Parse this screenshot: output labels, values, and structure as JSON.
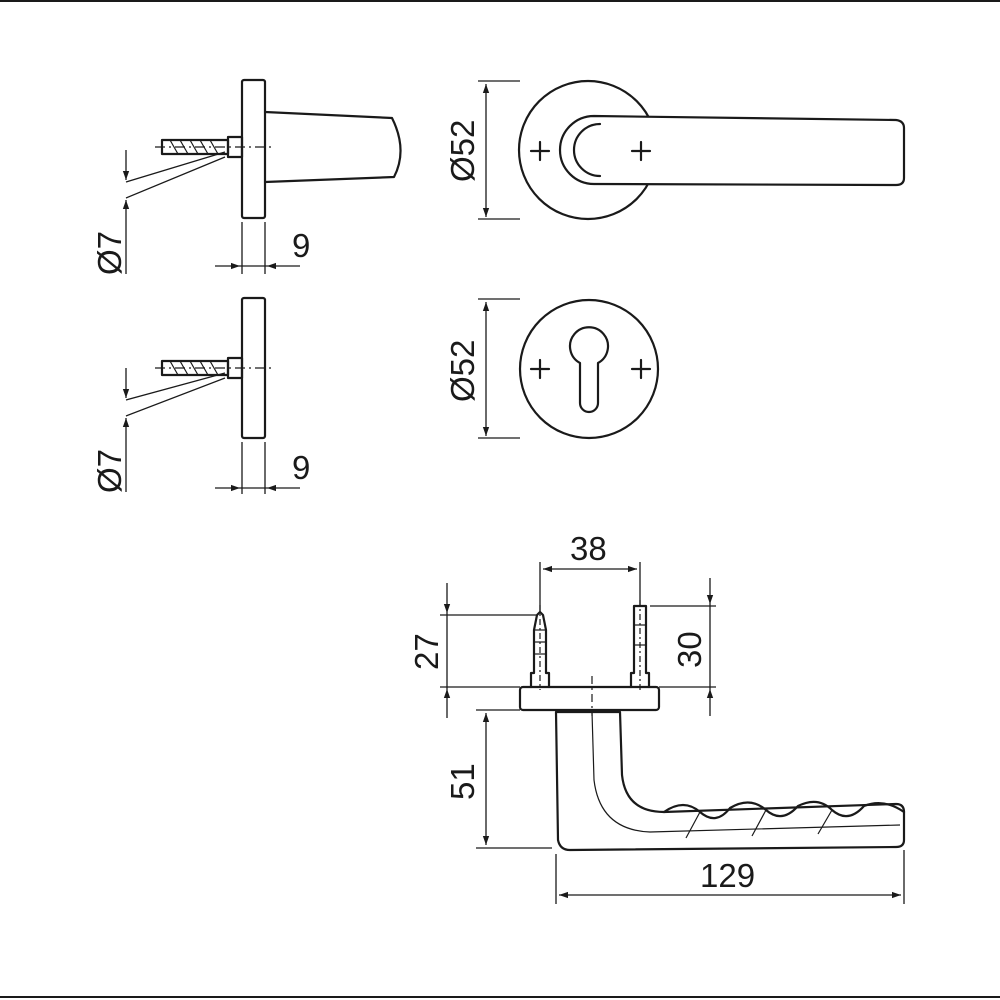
{
  "dimensions": {
    "rose_thread_diameter": "Ø7",
    "rose_thickness": "9",
    "escutcheon_thread_diameter": "Ø7",
    "escutcheon_thickness": "9",
    "rose_diameter": "Ø52",
    "escutcheon_diameter": "Ø52",
    "spindle_spacing": "38",
    "left_screw_length": "27",
    "right_screw_length": "30",
    "handle_offset": "51",
    "handle_length": "129"
  },
  "colors": {
    "line": "#1a1a1a",
    "background": "#ffffff"
  }
}
